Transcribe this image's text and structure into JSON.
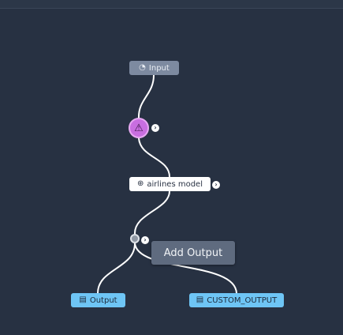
{
  "graph": {
    "input_node": {
      "label": "Input",
      "icon": "input-icon"
    },
    "transform_node": {
      "icon": "pipeline-icon"
    },
    "model_node": {
      "label": "airlines model",
      "icon": "model-icon"
    },
    "output_node": {
      "label": "Output",
      "icon": "file-icon"
    },
    "custom_output_node": {
      "label": "CUSTOM_OUTPUT",
      "icon": "file-icon"
    },
    "tooltip": {
      "text": "Add Output"
    },
    "expand_glyph": "›"
  },
  "colors": {
    "background": "#273142",
    "input_node": "#7d8aa0",
    "transform_node": "#c86ee0",
    "model_node": "#ffffff",
    "output_node": "#6ec5f5",
    "edge": "#ffffff"
  }
}
